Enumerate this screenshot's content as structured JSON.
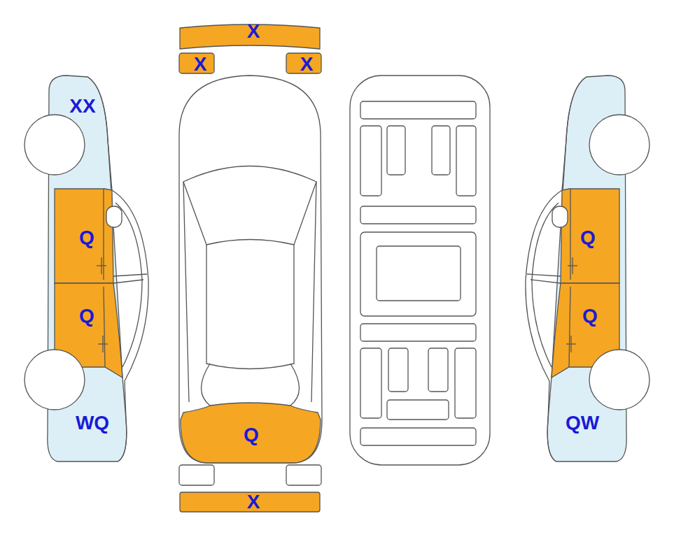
{
  "diagram": {
    "labels": [
      "X",
      "X",
      "X",
      "XX",
      "Q",
      "Q",
      "Q",
      "Q",
      "WQ",
      "QW",
      "Q",
      "X"
    ]
  }
}
